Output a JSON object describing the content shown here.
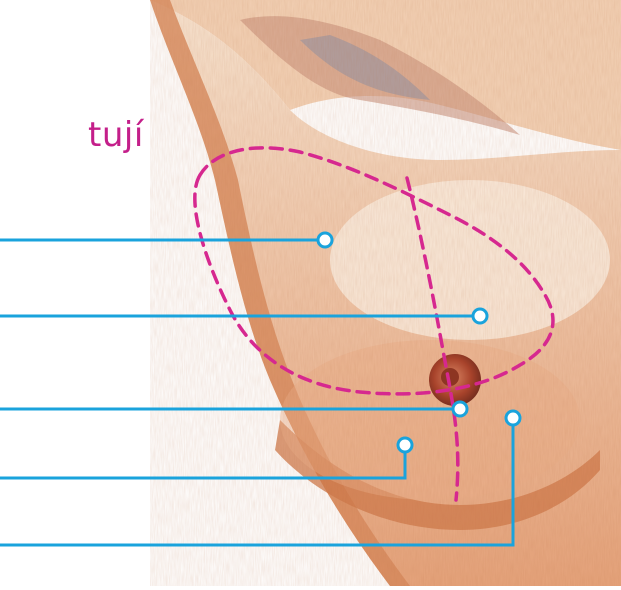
{
  "header": {
    "title_fragment": "tují"
  },
  "colors": {
    "leader_line": "#1aa3dc",
    "dashed_outline": "#d6288f",
    "title_text": "#c41f8a",
    "skin_light": "#f7e3cf",
    "skin_mid": "#eab08a",
    "skin_shadow": "#c96b3e",
    "hatch_blue": "#6f86a8",
    "areola": "#b04a2f"
  },
  "figure": {
    "illustration": "colored-pencil-breast-anatomy",
    "outline_style": "dashed",
    "leader_count": 5,
    "marker_style": "open-circle"
  }
}
